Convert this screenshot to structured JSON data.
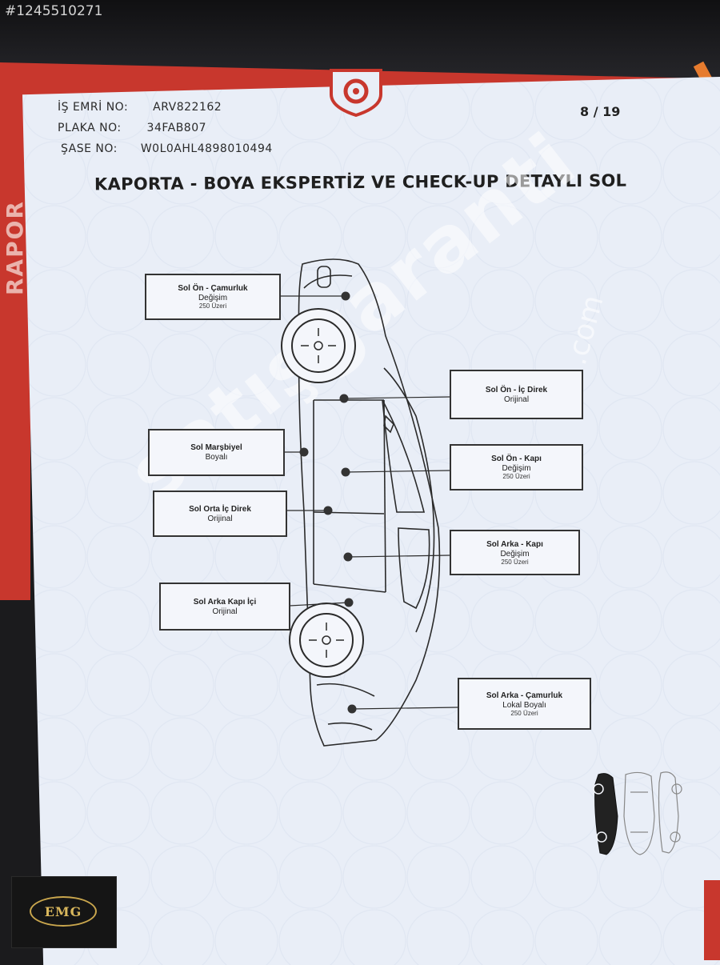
{
  "photo_id": "#1245510271",
  "header": {
    "is_emri_label": "İŞ EMRİ NO:",
    "is_emri_value": "ARV822162",
    "plaka_label": "PLAKA NO:",
    "plaka_value": "34FAB807",
    "sase_label": "ŞASE NO:",
    "sase_value": "W0L0AHL4898010494",
    "page": "8 / 19"
  },
  "title": "KAPORTA - BOYA EKSPERTİZ VE CHECK-UP DETAYLI SOL",
  "folder_text": "RAPOR",
  "watermark": "satışgaranti",
  "watermark_com": ".com",
  "parts": [
    {
      "name": "Sol Ön - Çamurluk",
      "status": "Değişim",
      "note": "250 Üzeri"
    },
    {
      "name": "Sol Ön - İç Direk",
      "status": "Orijinal",
      "note": ""
    },
    {
      "name": "Sol Marşbiyel",
      "status": "Boyalı",
      "note": ""
    },
    {
      "name": "Sol Ön - Kapı",
      "status": "Değişim",
      "note": "250 Üzeri"
    },
    {
      "name": "Sol Orta İç Direk",
      "status": "Orijinal",
      "note": ""
    },
    {
      "name": "Sol Arka - Kapı",
      "status": "Değişim",
      "note": "250 Üzeri"
    },
    {
      "name": "Sol Arka Kapı İçi",
      "status": "Orijinal",
      "note": ""
    },
    {
      "name": "Sol Arka - Çamurluk",
      "status": "Lokal Boyalı",
      "note": "250 Üzeri"
    }
  ],
  "dealer_logo": "EMG",
  "colors": {
    "brand_red": "#c8372d",
    "paper": "#e9eef7",
    "ink": "#222222",
    "emg_gold": "#c9a64d"
  }
}
